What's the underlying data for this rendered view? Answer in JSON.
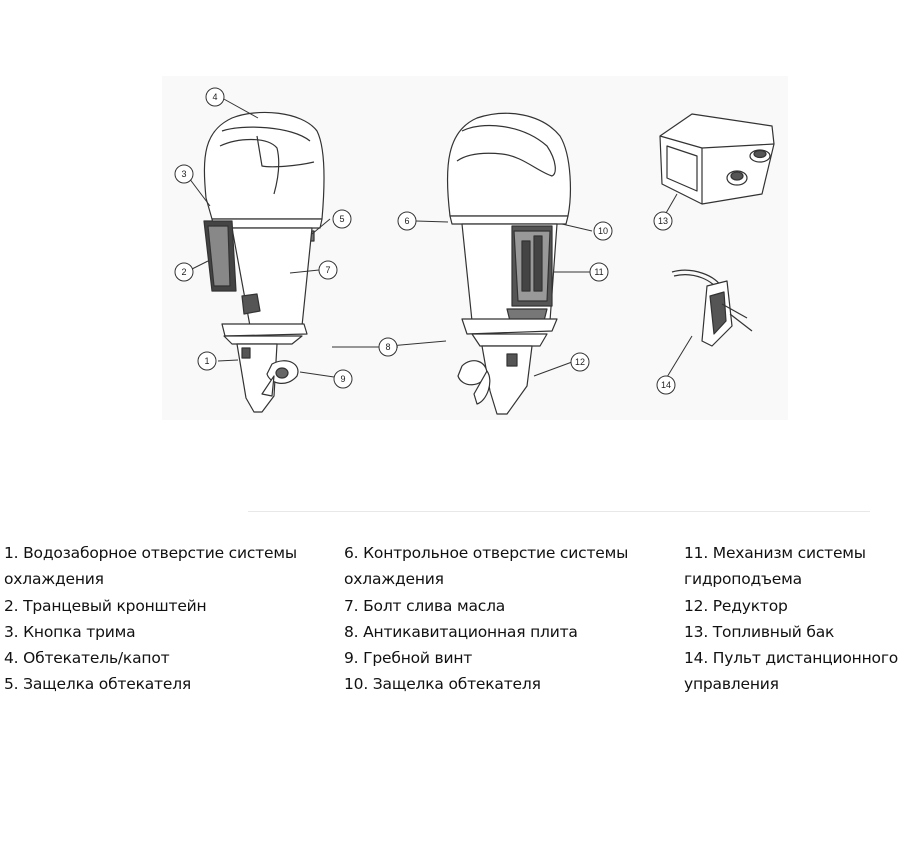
{
  "callouts": [
    "1",
    "2",
    "3",
    "4",
    "5",
    "6",
    "7",
    "8",
    "9",
    "10",
    "11",
    "12",
    "13",
    "14"
  ],
  "legend": {
    "col1": [
      {
        "text": "1. Водозаборное отверстие системы"
      },
      {
        "text": "охлаждения"
      },
      {
        "text": "2. Транцевый кронштейн"
      },
      {
        "text": "3. Кнопка трима"
      },
      {
        "text": "4. Обтекатель/капот"
      },
      {
        "text": "5. Защелка обтекателя"
      }
    ],
    "col2": [
      {
        "text": "6. Контрольное отверстие системы"
      },
      {
        "text": "охлаждения"
      },
      {
        "text": "7. Болт слива масла"
      },
      {
        "text": "8. Антикавитационная плита"
      },
      {
        "text": "9. Гребной винт"
      },
      {
        "text": "10. Защелка обтекателя"
      }
    ],
    "col3": [
      {
        "text": "11. Механизм системы"
      },
      {
        "text": "гидроподъема"
      },
      {
        "text": "12. Редуктор"
      },
      {
        "text": "13. Топливный бак"
      },
      {
        "text": "14. Пульт дистанционного"
      },
      {
        "text": "управления"
      }
    ]
  }
}
